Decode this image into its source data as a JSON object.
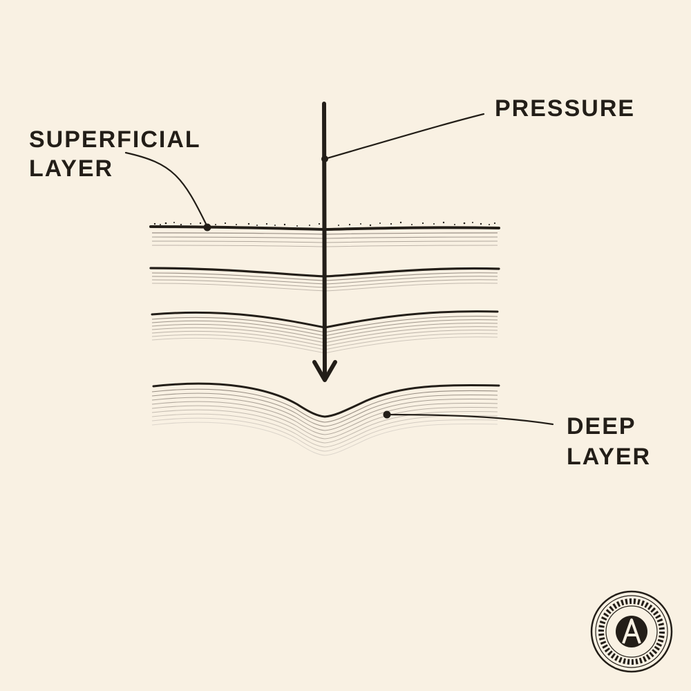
{
  "labels": {
    "pressure": "PRESSURE",
    "superficial_line1": "SUPERFICIAL",
    "superficial_line2": "LAYER",
    "deep_line1": "DEEP",
    "deep_line2": "LAYER"
  },
  "logo": {
    "name": "greek-key-seal",
    "letter": "A"
  },
  "colors": {
    "background": "#f9f1e3",
    "ink": "#231e18",
    "fiber": "#8e8478"
  }
}
